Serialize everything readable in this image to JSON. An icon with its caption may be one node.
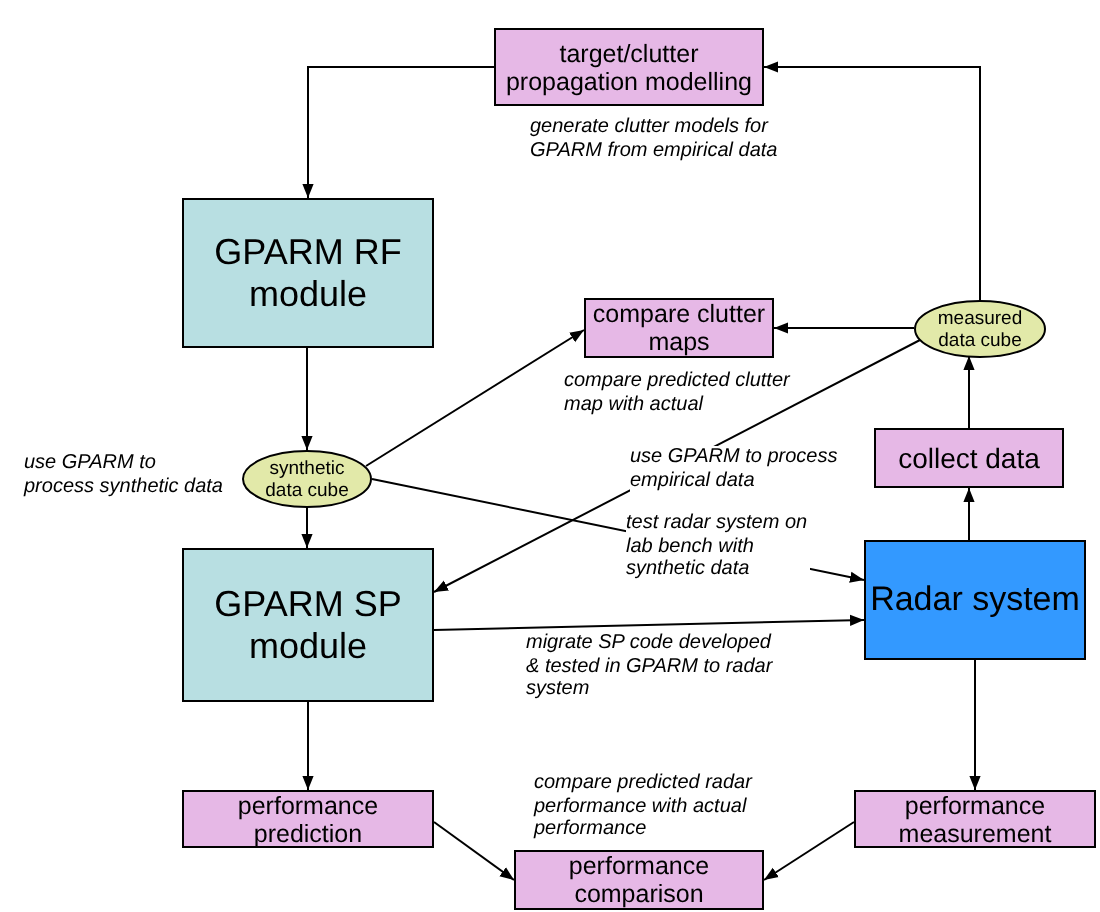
{
  "diagram": {
    "nodes": [
      {
        "text": [
          "target/clutter propagation modelling"
        ]
      },
      {
        "text": [
          "GPARM RF module"
        ]
      },
      {
        "text": [
          "compare clutter maps"
        ]
      },
      {
        "text": [
          "measured data cube"
        ]
      },
      {
        "text": [
          "synthetic data cube"
        ]
      },
      {
        "text": [
          "collect data"
        ]
      },
      {
        "text": [
          "GPARM SP module"
        ]
      },
      {
        "text": [
          "Radar system"
        ]
      },
      {
        "text": [
          "performance prediction"
        ]
      },
      {
        "text": [
          "performance measurement"
        ]
      },
      {
        "text": [
          "performance comparison"
        ]
      }
    ],
    "edges": [
      {
        "from": 0,
        "to": 1,
        "arrow": "to"
      },
      {
        "from": 3,
        "to": 0,
        "arrow": "to"
      },
      {
        "from": 1,
        "to": 4,
        "arrow": "to"
      },
      {
        "from": 4,
        "to": 6,
        "arrow": "to"
      },
      {
        "from": 4,
        "to": 2,
        "arrow": "to"
      },
      {
        "from": 3,
        "to": 2,
        "arrow": "to"
      },
      {
        "from": 3,
        "to": 6,
        "arrow": "to",
        "label": "use GPARM to process empirical data"
      },
      {
        "from": 4,
        "to": 7,
        "arrow": "to",
        "label": "test radar system on lab bench with synthetic data"
      },
      {
        "from": 6,
        "to": 7,
        "arrow": "to",
        "label": "migrate SP code developed & tested in GPARM to radar system"
      },
      {
        "from": 5,
        "to": 3,
        "arrow": "to"
      },
      {
        "from": 7,
        "to": 5,
        "arrow": "to"
      },
      {
        "from": 6,
        "to": 8,
        "arrow": "to"
      },
      {
        "from": 7,
        "to": 9,
        "arrow": "to"
      },
      {
        "from": 8,
        "to": 10,
        "arrow": "to"
      },
      {
        "from": 9,
        "to": 10,
        "arrow": "to"
      }
    ],
    "labels": [
      "generate clutter models for GPARM from empirical data",
      "compare predicted clutter map with actual",
      "use GPARM to process synthetic data",
      "compare predicted radar performance with actual performance"
    ]
  }
}
